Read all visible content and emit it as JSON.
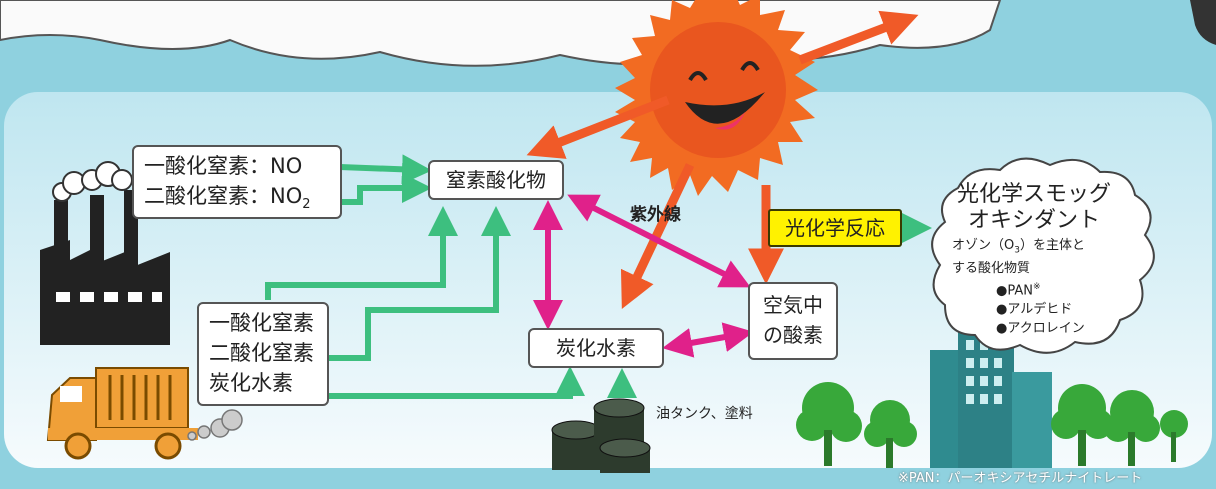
{
  "sources": {
    "factory": {
      "line1": "一酸化窒素：NO",
      "line2_prefix": "二酸化窒素：NO",
      "line2_sub": "2"
    },
    "vehicle": {
      "line1": "一酸化窒素",
      "line2": "二酸化窒素",
      "line3": "炭化水素"
    }
  },
  "nodes": {
    "nitrogen_oxides": "窒素酸化物",
    "hydrocarbons": "炭化水素",
    "oxygen_line1": "空気中",
    "oxygen_line2": "の酸素"
  },
  "uv_label": "紫外線",
  "photochemical_reaction": "光化学反応",
  "smog": {
    "title_line1": "光化学スモッグ",
    "title_line2": "オキシダント",
    "desc_line1_a": "オゾン（O",
    "desc_line1_sub": "3",
    "desc_line1_b": "）を主体と",
    "desc_line2": "する酸化物質",
    "items": [
      "●PAN",
      "●アルデヒド",
      "●アクロレイン"
    ],
    "pan_mark": "※"
  },
  "tank_label": "油タンク、塗料",
  "footnote": "※PAN：パーオキシアセチルナイトレート",
  "colors": {
    "green_arrow": "#3dbf7f",
    "pink_arrow": "#e0218a",
    "orange_arrow": "#f05a28",
    "sun": "#f26b22",
    "sky": "#8fd1df",
    "panel": "#dff2f7",
    "highlight": "#fff200"
  },
  "icons": [
    "factory-icon",
    "truck-icon",
    "sun-icon",
    "building-icon",
    "tree-icon",
    "oil-tank-icon",
    "cloud-icon"
  ]
}
